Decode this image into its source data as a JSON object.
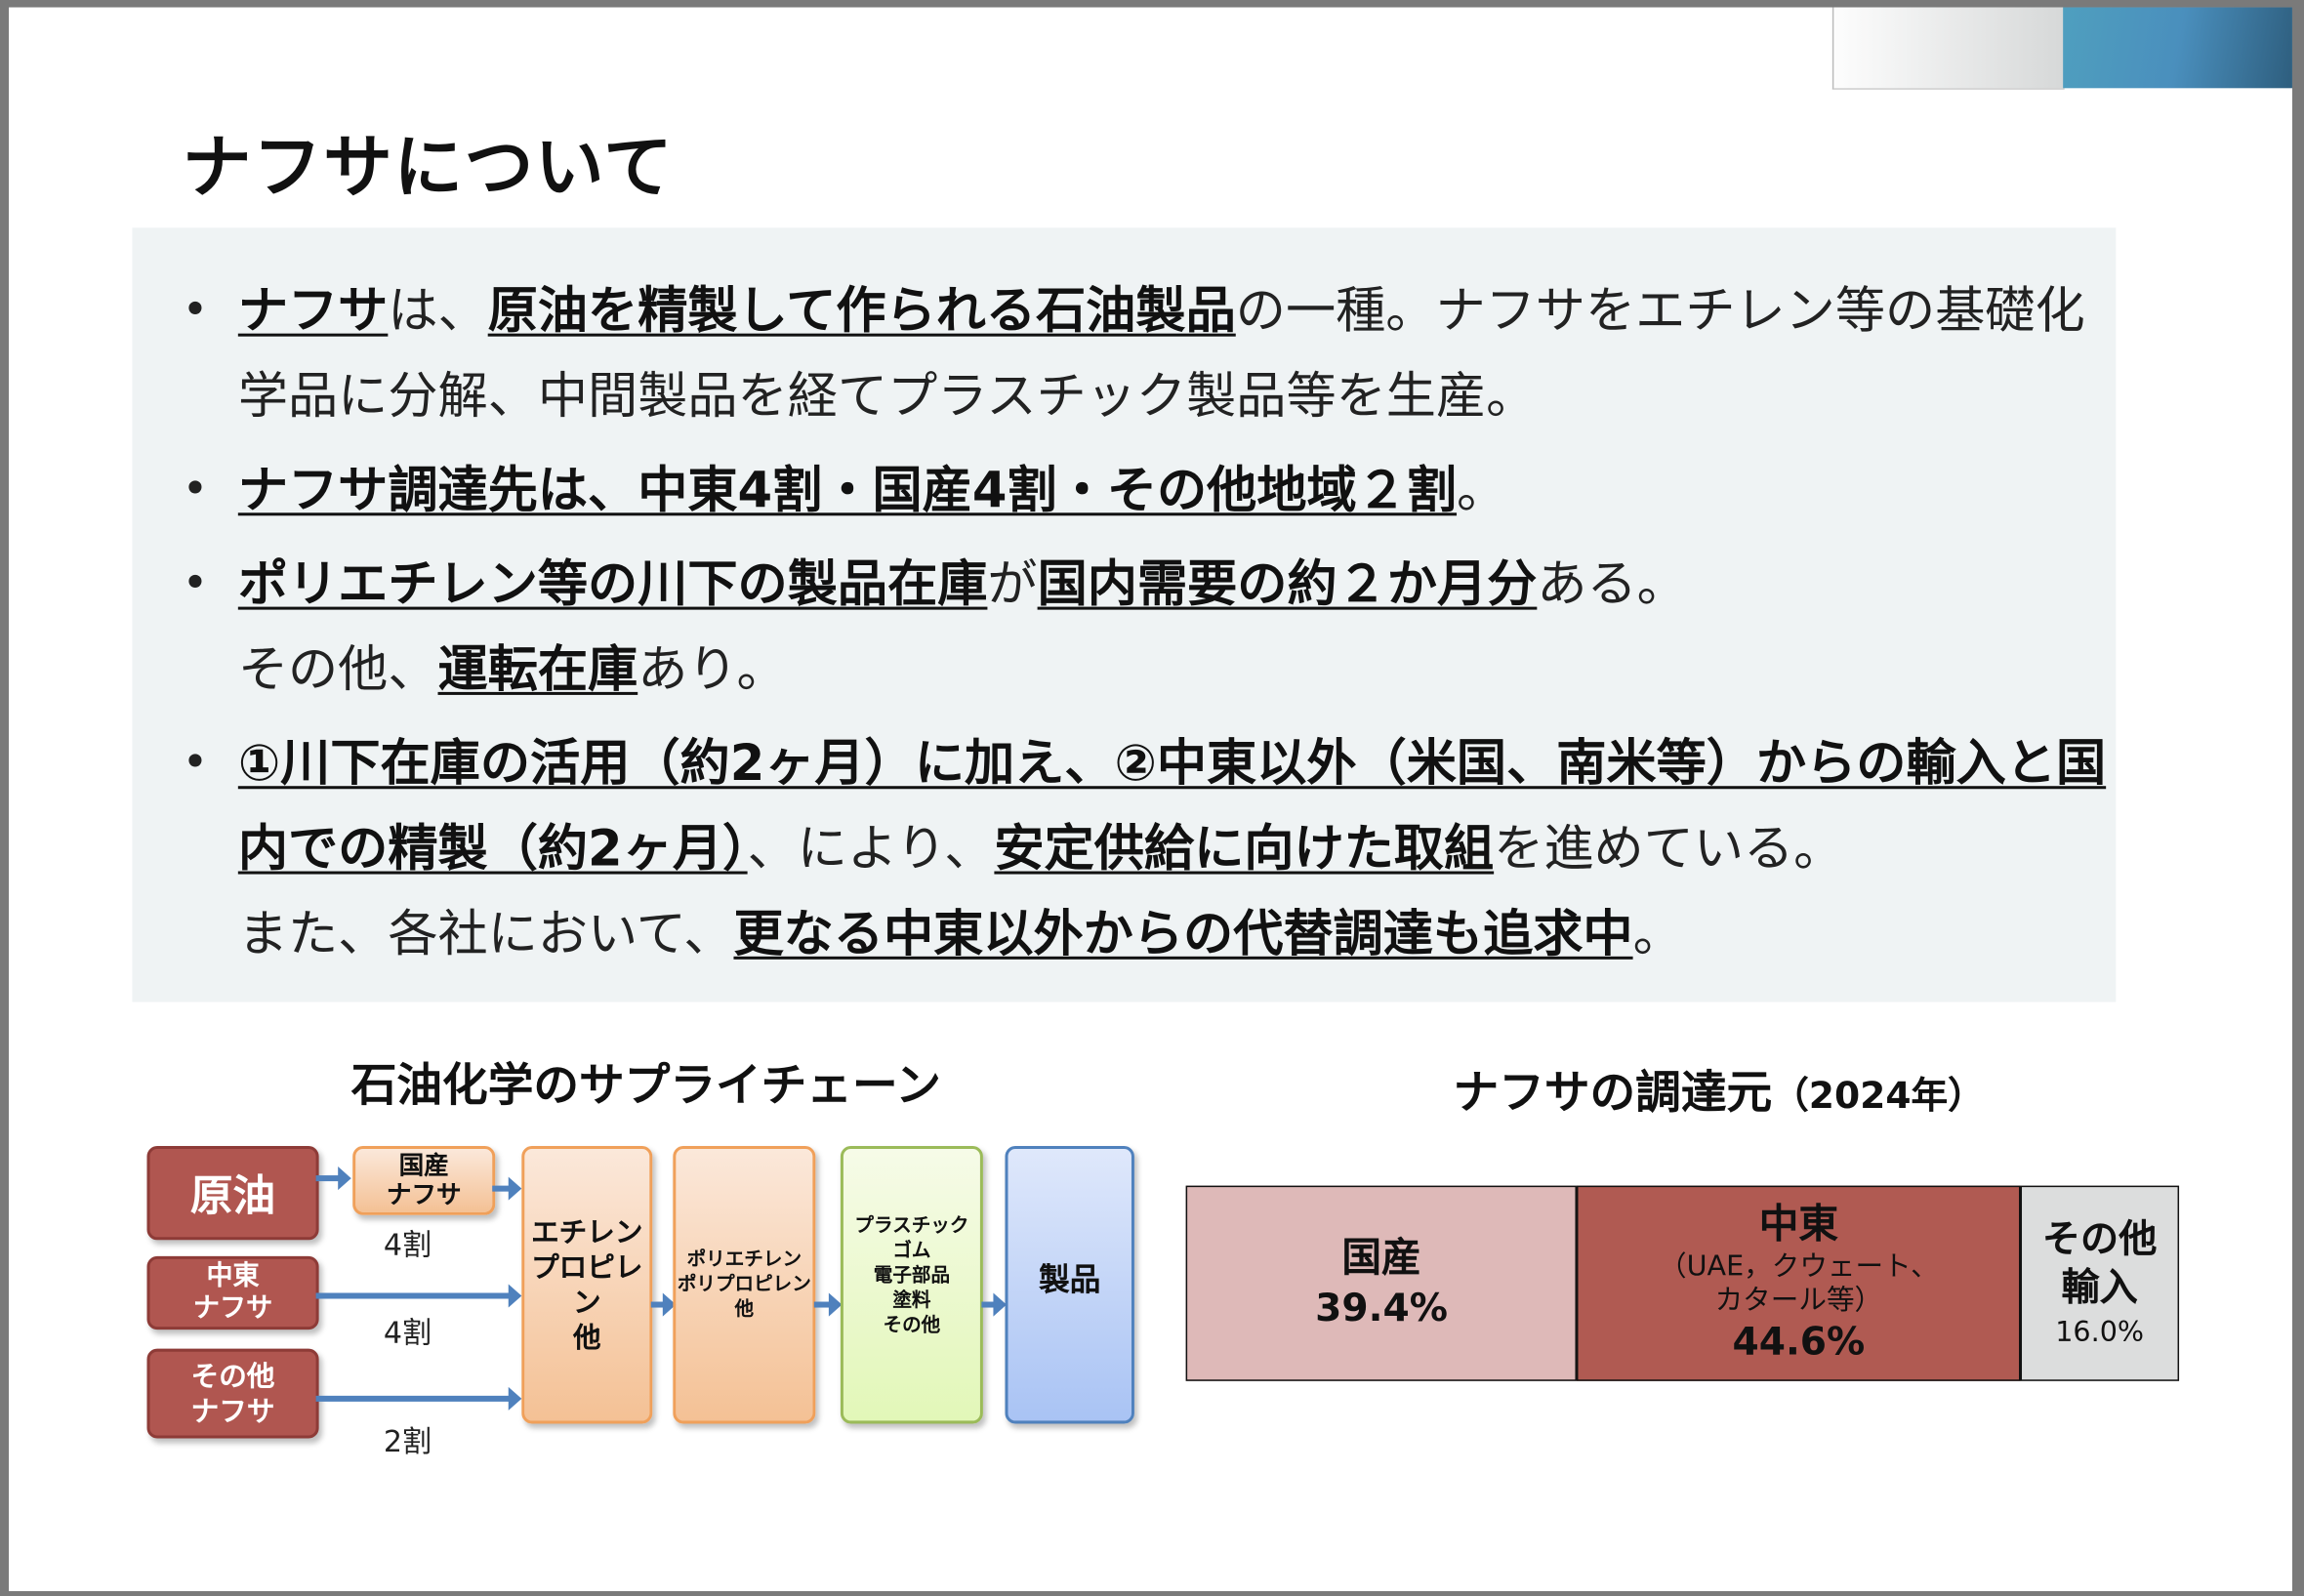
{
  "title": "ナフサについて",
  "bullets": [
    {
      "segments": [
        {
          "text": "ナフサ",
          "bold": true
        },
        {
          "text": "は、"
        },
        {
          "text": "原油を精製して作られる石油製品",
          "bold": true
        },
        {
          "text": "の一種。ナフサをエチレン等の基礎化学品に分解、中間製品を経てプラスチック製品等を生産。"
        }
      ]
    },
    {
      "segments": [
        {
          "text": "ナフサ調達先は、中東4割・国産4割・その他地域２割",
          "bold": true
        },
        {
          "text": "。"
        }
      ]
    },
    {
      "segments": [
        {
          "text": "ポリエチレン等の川下の製品在庫",
          "bold": true
        },
        {
          "text": "が"
        },
        {
          "text": "国内需要の約２か月分",
          "bold": true
        },
        {
          "text": "ある。"
        },
        {
          "br": true
        },
        {
          "text": "その他、"
        },
        {
          "text": "運転在庫",
          "bold": true
        },
        {
          "text": "あり。"
        }
      ]
    },
    {
      "segments": [
        {
          "text": "①川下在庫の活用（約2ヶ月）に加え、②中東以外（米国、南米等）からの輸入と国内での精製（約2ヶ月）",
          "bold": true
        },
        {
          "text": "、により、"
        },
        {
          "text": "安定供給に向けた取組",
          "bold": true
        },
        {
          "text": "を進めている。"
        },
        {
          "br": true
        },
        {
          "text": "また、各社において、"
        },
        {
          "text": "更なる中東以外からの代替調達も追求中",
          "bold": true
        },
        {
          "text": "。"
        }
      ]
    }
  ],
  "supply_chain": {
    "title": "石油化学のサプライチェーン",
    "crude": "原油",
    "domestic_naphtha": [
      "国産",
      "ナフサ"
    ],
    "mideast_naphtha": [
      "中東",
      "ナフサ"
    ],
    "other_naphtha": [
      "その他",
      "ナフサ"
    ],
    "ratios": [
      "4割",
      "4割",
      "2割"
    ],
    "stage1": [
      "エチレン",
      "プロピレン",
      "他"
    ],
    "stage2": [
      "ポリエチレン",
      "ポリプロピレン",
      "他"
    ],
    "stage3": [
      "プラスチック",
      "ゴム",
      "電子部品",
      "塗料",
      "その他"
    ],
    "product": "製品"
  },
  "chart_data": {
    "type": "bar",
    "title": "ナフサの調達元",
    "title_suffix": "（2024年）",
    "stacked": true,
    "orientation": "horizontal",
    "categories": [
      "国産",
      "中東",
      "その他輸入"
    ],
    "values": [
      39.4,
      44.6,
      16.0
    ],
    "labels": [
      "39.4%",
      "44.6%",
      "16.0%"
    ],
    "segments": [
      {
        "name": "国産",
        "lines": [
          "国産"
        ],
        "value": 39.4,
        "label": "39.4%",
        "color": "#deb9b8"
      },
      {
        "name": "中東",
        "lines": [
          "中東"
        ],
        "note": [
          "（UAE，クウェート、",
          "カタール等）"
        ],
        "value": 44.6,
        "label": "44.6%",
        "color": "#b05a52"
      },
      {
        "name": "その他輸入",
        "lines": [
          "その他",
          "輸入"
        ],
        "value": 16.0,
        "label": "16.0%",
        "color": "#dcdddd"
      }
    ]
  }
}
